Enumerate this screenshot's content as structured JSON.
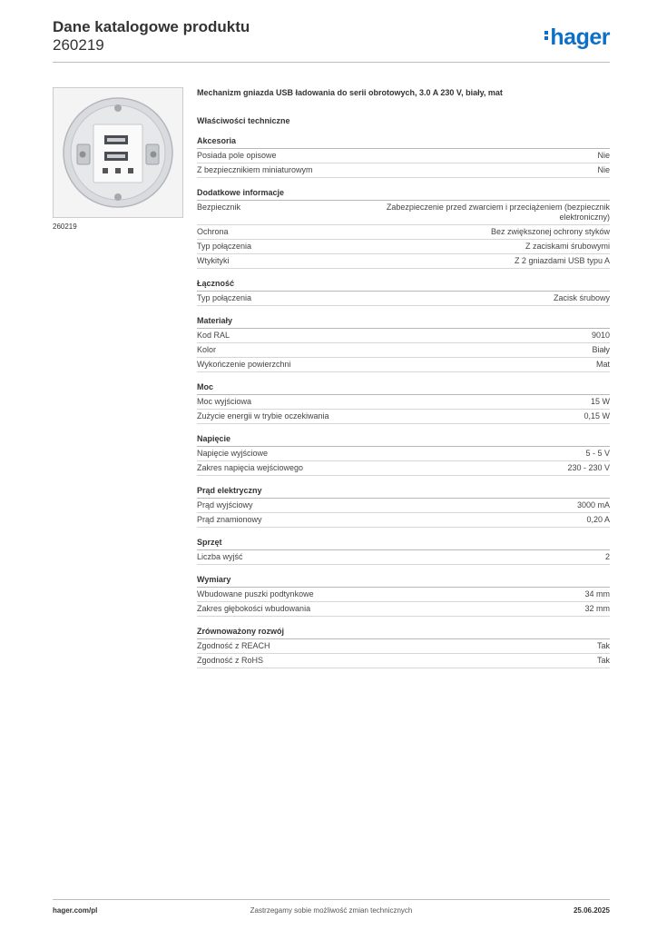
{
  "header": {
    "title": "Dane katalogowe produktu",
    "number": "260219",
    "logo": "hager",
    "logo_color": "#0f6fc6"
  },
  "image": {
    "caption": "260219"
  },
  "product": {
    "description": "Mechanizm gniazda USB ładowania do serii obrotowych, 3.0 A 230 V, biały, mat",
    "props_title": "Właściwości techniczne"
  },
  "sections": [
    {
      "title": "Akcesoria",
      "rows": [
        {
          "k": "Posiada pole opisowe",
          "v": "Nie"
        },
        {
          "k": "Z bezpiecznikiem miniaturowym",
          "v": "Nie"
        }
      ]
    },
    {
      "title": "Dodatkowe informacje",
      "rows": [
        {
          "k": "Bezpiecznik",
          "v": "Zabezpieczenie przed zwarciem i przeciążeniem (bezpiecznik elektroniczny)"
        },
        {
          "k": "Ochrona",
          "v": "Bez zwiększonej  ochrony styków"
        },
        {
          "k": "Typ połączenia",
          "v": "Z zaciskami śrubowymi"
        },
        {
          "k": "Wtykityki",
          "v": "Z 2 gniazdami USB typu A"
        }
      ]
    },
    {
      "title": "Łączność",
      "rows": [
        {
          "k": "Typ połączenia",
          "v": "Zacisk śrubowy"
        }
      ]
    },
    {
      "title": "Materiały",
      "rows": [
        {
          "k": "Kod RAL",
          "v": "9010"
        },
        {
          "k": "Kolor",
          "v": "Biały"
        },
        {
          "k": "Wykończenie powierzchni",
          "v": "Mat"
        }
      ]
    },
    {
      "title": "Moc",
      "rows": [
        {
          "k": "Moc wyjściowa",
          "v": "15 W"
        },
        {
          "k": "Zużycie energii w trybie oczekiwania",
          "v": "0,15 W"
        }
      ]
    },
    {
      "title": "Napięcie",
      "rows": [
        {
          "k": "Napięcie wyjściowe",
          "v": "5 - 5 V"
        },
        {
          "k": "Zakres napięcia wejściowego",
          "v": "230 - 230 V"
        }
      ]
    },
    {
      "title": "Prąd elektryczny",
      "rows": [
        {
          "k": "Prąd wyjściowy",
          "v": "3000 mA"
        },
        {
          "k": "Prąd znamionowy",
          "v": "0,20 A"
        }
      ]
    },
    {
      "title": "Sprzęt",
      "rows": [
        {
          "k": "Liczba wyjść",
          "v": "2"
        }
      ]
    },
    {
      "title": "Wymiary",
      "rows": [
        {
          "k": "Wbudowane puszki podtynkowe",
          "v": "34 mm"
        },
        {
          "k": "Zakres głębokości wbudowania",
          "v": "32 mm"
        }
      ]
    },
    {
      "title": "Zrównoważony rozwój",
      "rows": [
        {
          "k": "Zgodność z REACH",
          "v": "Tak"
        },
        {
          "k": "Zgodność z RoHS",
          "v": "Tak"
        }
      ]
    }
  ],
  "footer": {
    "left": "hager.com/pl",
    "center": "Zastrzegamy sobie możliwość zmian technicznych",
    "right": "25.06.2025"
  }
}
